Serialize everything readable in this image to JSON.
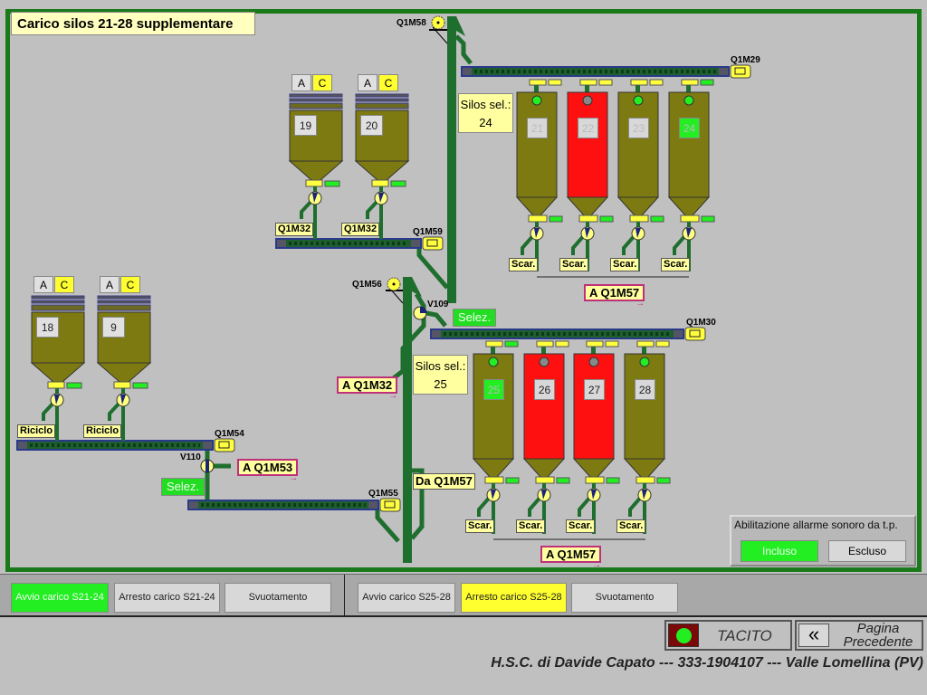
{
  "title": "Carico silos 21-28 supplementare",
  "colors": {
    "olive": "#7d7a12",
    "red": "#ff1010",
    "green": "#22ee22",
    "yellow": "#ffff30",
    "pipe": "#1e6e2e",
    "frame": "#1a7a1a"
  },
  "motors": {
    "q1m58": "Q1M58",
    "q1m29": "Q1M29",
    "q1m59": "Q1M59",
    "q1m56": "Q1M56",
    "q1m30": "Q1M30",
    "q1m54": "Q1M54",
    "q1m55": "Q1M55"
  },
  "valves": {
    "v109": "V109",
    "v110": "V110"
  },
  "selez": "Selez.",
  "silos_sel": {
    "label": "Silos sel.:",
    "top_value": "24",
    "bottom_value": "25"
  },
  "destinations": {
    "a_q1m57_top": "A Q1M57",
    "a_q1m57_bottom": "A Q1M57",
    "a_q1m32": "A Q1M32",
    "a_q1m53": "A Q1M53",
    "da_q1m57": "Da Q1M57"
  },
  "small_silos": [
    {
      "number": "19",
      "a": "A",
      "c": "C",
      "outlet_label": "Q1M32"
    },
    {
      "number": "20",
      "a": "A",
      "c": "C",
      "outlet_label": "Q1M32"
    },
    {
      "number": "18",
      "a": "A",
      "c": "C",
      "outlet_label": "Riciclo"
    },
    {
      "number": "9",
      "a": "A",
      "c": "C",
      "outlet_label": "Riciclo"
    }
  ],
  "big_silos": [
    {
      "number": "21",
      "state": "olive",
      "box": "gray",
      "dot": "green",
      "top_ind": "yellow",
      "outlet_label": "Scar."
    },
    {
      "number": "22",
      "state": "red",
      "box": "gray",
      "dot": "gray",
      "top_ind": "yellow",
      "outlet_label": "Scar."
    },
    {
      "number": "23",
      "state": "olive",
      "box": "gray",
      "dot": "green",
      "top_ind": "yellow",
      "outlet_label": "Scar."
    },
    {
      "number": "24",
      "state": "olive",
      "box": "green",
      "dot": "green",
      "top_ind": "green",
      "outlet_label": "Scar."
    },
    {
      "number": "25",
      "state": "olive",
      "box": "green",
      "dot": "green",
      "top_ind": "green",
      "outlet_label": "Scar."
    },
    {
      "number": "26",
      "state": "red",
      "box": "gray",
      "dot": "gray",
      "top_ind": "yellow",
      "outlet_label": "Scar."
    },
    {
      "number": "27",
      "state": "red",
      "box": "gray",
      "dot": "gray",
      "top_ind": "yellow",
      "outlet_label": "Scar."
    },
    {
      "number": "28",
      "state": "olive",
      "box": "gray",
      "dot": "green",
      "top_ind": "yellow",
      "outlet_label": "Scar."
    }
  ],
  "commands": [
    {
      "label": "Avvio carico S21-24",
      "active": "green"
    },
    {
      "label": "Arresto carico S21-24",
      "active": "none"
    },
    {
      "label": "Svuotamento",
      "active": "none"
    },
    {
      "label": "Avvio carico S25-28",
      "active": "none"
    },
    {
      "label": "Arresto carico S25-28",
      "active": "yellow"
    },
    {
      "label": "Svuotamento",
      "active": "none"
    }
  ],
  "alarm": {
    "title": "Abilitazione allarme sonoro da t.p.",
    "incluso": "Incluso",
    "escluso": "Escluso",
    "selected": "Incluso"
  },
  "footer": {
    "tacito": "TACITO",
    "pagina_line1": "Pagina",
    "pagina_line2": "Precedente",
    "credit": "H.S.C. di Davide Capato --- 333-1904107 --- Valle Lomellina (PV)"
  }
}
